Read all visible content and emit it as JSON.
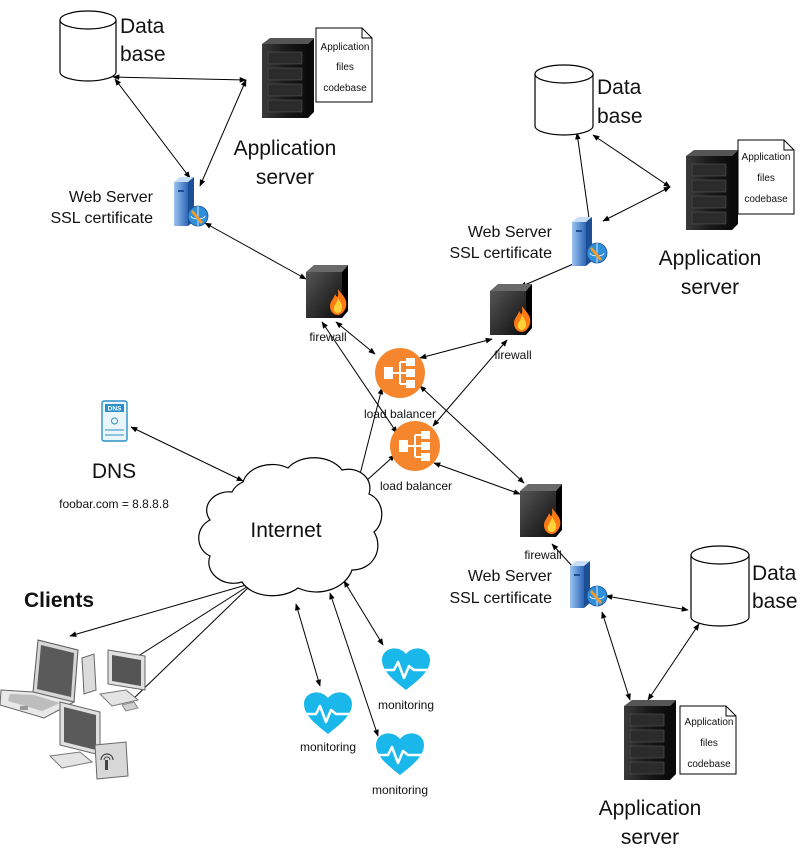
{
  "clusters": [
    {
      "database": [
        "Data",
        "base"
      ],
      "app_server": [
        "Application",
        "server"
      ],
      "files_note": [
        "Application",
        "files",
        "codebase"
      ],
      "web_server": [
        "Web Server",
        "SSL certificate"
      ],
      "firewall": "firewall"
    },
    {
      "database": [
        "Data",
        "base"
      ],
      "app_server": [
        "Application",
        "server"
      ],
      "files_note": [
        "Application",
        "files",
        "codebase"
      ],
      "web_server": [
        "Web Server",
        "SSL certificate"
      ],
      "firewall": "firewall"
    },
    {
      "database": [
        "Data",
        "base"
      ],
      "app_server": [
        "Application",
        "server"
      ],
      "files_note": [
        "Application",
        "files",
        "codebase"
      ],
      "web_server": [
        "Web Server",
        "SSL certificate"
      ],
      "firewall": "firewall"
    }
  ],
  "load_balancers": [
    "load balancer",
    "load balancer"
  ],
  "dns": {
    "badge": "DNS",
    "title": "DNS",
    "record": "foobar.com = 8.8.8.8"
  },
  "internet": "Internet",
  "clients": "Clients",
  "monitoring": [
    "monitoring",
    "monitoring",
    "monitoring"
  ],
  "colors": {
    "load_balancer": "#f5862e",
    "monitoring": "#1ab8ea",
    "server_dark": "#1c1c1c",
    "web_server_blue": "#3f7fd2"
  }
}
